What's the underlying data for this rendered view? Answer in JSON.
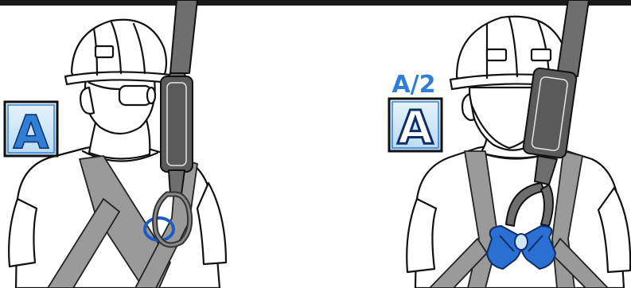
{
  "figures": {
    "left": {
      "badge_letter": "A"
    },
    "right": {
      "badge_caption": "A/2",
      "badge_letter": "A"
    }
  },
  "colors": {
    "badge_blue": "#2f7fd6",
    "badge_fill": "#cfe6f7",
    "strap_gray": "#8c8c8c",
    "lanyard_dark": "#6b6b6b",
    "carabiner_blue": "#2a6fd1",
    "outline": "#111111"
  },
  "icons": [
    "hard-hat-icon",
    "harness-icon",
    "carabiner-icon",
    "lanyard-icon"
  ]
}
